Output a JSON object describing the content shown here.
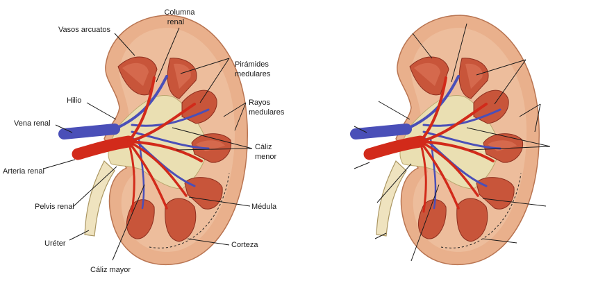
{
  "colors": {
    "cortex": "#e9b08c",
    "pyramid": "#c8553a",
    "sinus": "#eadfb2",
    "artery": "#d22a1a",
    "vein": "#4a4fb8",
    "ureter": "#efe3bf",
    "leader_lines": "#1a1a1a"
  },
  "panels": [
    {
      "labels": {
        "columna_renal": [
          "Columna",
          "renal"
        ],
        "vasos_arcuatos": [
          "Vasos arcuatos"
        ],
        "piramides": [
          "Pirámides",
          "medulares"
        ],
        "hilio": [
          "Hilio"
        ],
        "rayos": [
          "Rayos",
          "medulares"
        ],
        "vena_renal": [
          "Vena renal"
        ],
        "caliz_menor": [
          "Cáliz",
          "menor"
        ],
        "arteria_renal": [
          "Arteria renal"
        ],
        "pelvis_renal": [
          "Pelvis renal"
        ],
        "medula": [
          "Médula"
        ],
        "ureter": [
          "Uréter"
        ],
        "corteza": [
          "Corteza"
        ],
        "caliz_mayor": [
          "Cáliz mayor"
        ]
      }
    },
    {
      "labels": {}
    }
  ]
}
